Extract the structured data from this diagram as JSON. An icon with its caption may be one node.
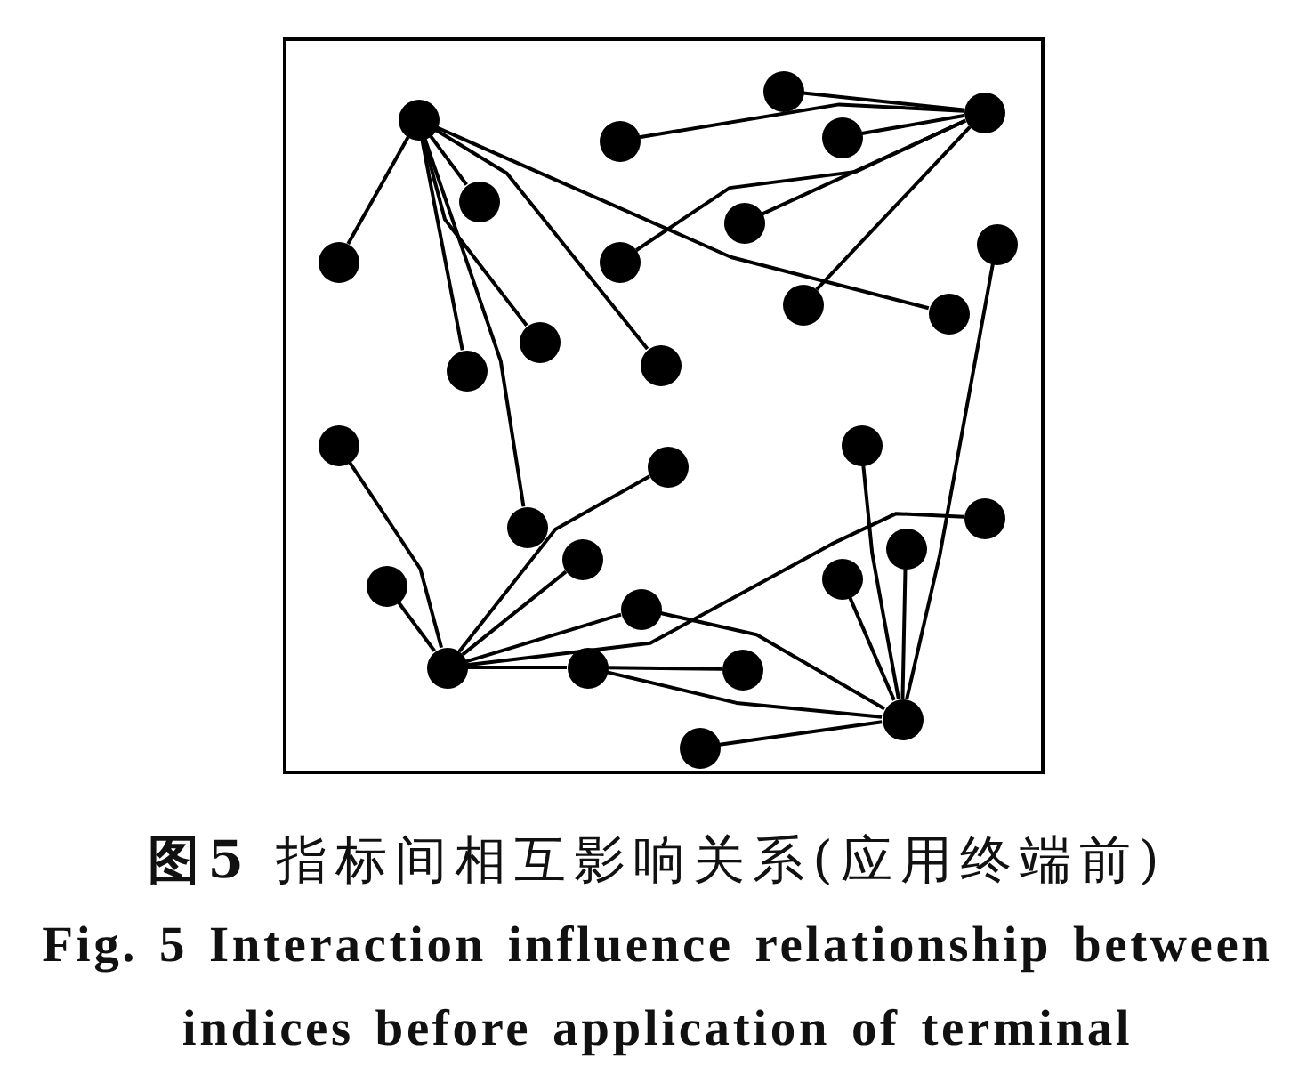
{
  "diagram": {
    "caption": "**图5** 指标间相互影响关系(应用终端前)",
    "nodes": [
      {
        "text": [],
        "shape": "circle"
      },
      {
        "text": [],
        "shape": "circle"
      },
      {
        "text": [],
        "shape": "circle"
      },
      {
        "text": [],
        "shape": "circle"
      },
      {
        "text": [],
        "shape": "circle"
      },
      {
        "text": [],
        "shape": "circle"
      },
      {
        "text": [],
        "shape": "circle"
      },
      {
        "text": [],
        "shape": "circle"
      },
      {
        "text": [],
        "shape": "circle"
      },
      {
        "text": [],
        "shape": "circle"
      },
      {
        "text": [],
        "shape": "circle"
      },
      {
        "text": [],
        "shape": "circle"
      },
      {
        "text": [],
        "shape": "circle"
      },
      {
        "text": [],
        "shape": "circle"
      },
      {
        "text": [],
        "shape": "circle"
      },
      {
        "text": [],
        "shape": "circle"
      },
      {
        "text": [],
        "shape": "circle"
      },
      {
        "text": [],
        "shape": "circle"
      },
      {
        "text": [],
        "shape": "circle"
      },
      {
        "text": [],
        "shape": "circle"
      },
      {
        "text": [],
        "shape": "circle"
      },
      {
        "text": [],
        "shape": "circle"
      },
      {
        "text": [],
        "shape": "circle"
      },
      {
        "text": [],
        "shape": "circle"
      },
      {
        "text": [],
        "shape": "circle"
      },
      {
        "text": [],
        "shape": "circle"
      },
      {
        "text": [],
        "shape": "circle"
      },
      {
        "text": [],
        "shape": "circle"
      },
      {
        "text": [],
        "shape": "circle"
      },
      {
        "text": [],
        "shape": "circle"
      }
    ],
    "edges": [
      {
        "from": 2,
        "to": 8,
        "arrow": "none"
      },
      {
        "from": 2,
        "to": 5,
        "arrow": "none"
      },
      {
        "from": 2,
        "to": 12,
        "arrow": "none"
      },
      {
        "from": 2,
        "to": 14,
        "arrow": "none"
      },
      {
        "from": 2,
        "to": 19,
        "arrow": "none"
      },
      {
        "from": 2,
        "to": 13,
        "arrow": "none"
      },
      {
        "from": 2,
        "to": 11,
        "arrow": "none"
      },
      {
        "from": 1,
        "to": 0,
        "arrow": "none"
      },
      {
        "from": 1,
        "to": 3,
        "arrow": "none"
      },
      {
        "from": 1,
        "to": 4,
        "arrow": "none"
      },
      {
        "from": 1,
        "to": 6,
        "arrow": "none"
      },
      {
        "from": 1,
        "to": 9,
        "arrow": "none"
      },
      {
        "from": 1,
        "to": 10,
        "arrow": "none"
      },
      {
        "from": 25,
        "to": 15,
        "arrow": "none"
      },
      {
        "from": 25,
        "to": 23,
        "arrow": "none"
      },
      {
        "from": 25,
        "to": 21,
        "arrow": "none"
      },
      {
        "from": 25,
        "to": 17,
        "arrow": "none"
      },
      {
        "from": 25,
        "to": 24,
        "arrow": "none"
      },
      {
        "from": 25,
        "to": 18,
        "arrow": "none"
      },
      {
        "from": 25,
        "to": 26,
        "arrow": "none"
      },
      {
        "from": 26,
        "to": 27,
        "arrow": "none"
      },
      {
        "from": 28,
        "to": 29,
        "arrow": "none"
      },
      {
        "from": 28,
        "to": 22,
        "arrow": "none"
      },
      {
        "from": 28,
        "to": 16,
        "arrow": "none"
      },
      {
        "from": 28,
        "to": 20,
        "arrow": "none"
      },
      {
        "from": 28,
        "to": 7,
        "arrow": "none"
      },
      {
        "from": 28,
        "to": 26,
        "arrow": "none"
      },
      {
        "from": 28,
        "to": 24,
        "arrow": "none"
      }
    ],
    "labels": [
      "Fig. 5 Interaction influence relationship between indices before application of terminal"
    ]
  }
}
